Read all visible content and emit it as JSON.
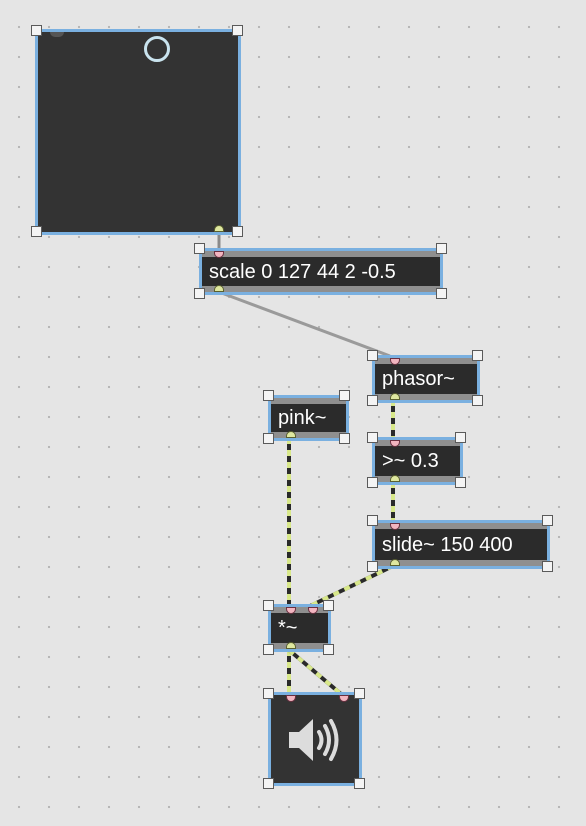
{
  "objects": {
    "scale_text": "scale 0 127 44 2 -0.5",
    "phasor_text": "phasor~",
    "pink_text": "pink~",
    "greater_text": ">~ 0.3",
    "slide_text": "slide~ 150 400",
    "mult_text": "*~"
  },
  "icons": {
    "pictslider_knob": "circle-knob",
    "dac": "speaker-icon"
  },
  "colors": {
    "canvas": "#e5e5e5",
    "object_fill": "#2b2b2b",
    "selection_border": "#7ab0e0",
    "signal_cord": "#d8e88a",
    "control_cord": "#9a9a9a"
  }
}
